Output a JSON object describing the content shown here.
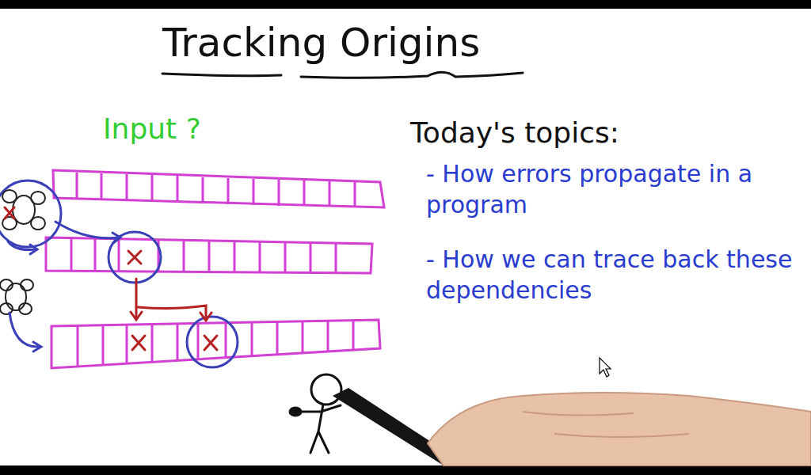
{
  "diagram": {
    "title": "Tracking Origins",
    "labels": [
      "Input ?",
      "Today's topics:",
      "- How errors propagate in a program",
      "- How we can trace back these dependencies"
    ]
  }
}
